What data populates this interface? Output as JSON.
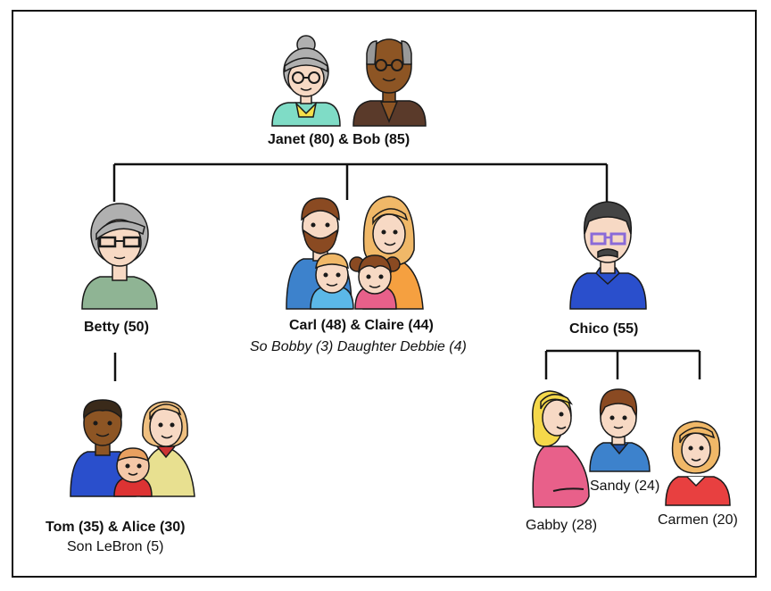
{
  "grandparents": {
    "label": "Janet (80) & Bob (85)"
  },
  "children": {
    "betty": {
      "label": "Betty (50)"
    },
    "carl_claire": {
      "label": "Carl (48) & Claire (44)",
      "note": "So Bobby (3) Daughter Debbie (4)"
    },
    "chico": {
      "label": "Chico (55)"
    }
  },
  "grandchildren": {
    "tom_alice": {
      "label": "Tom (35) & Alice (30)",
      "note": "Son LeBron (5)"
    },
    "gabby": {
      "label": "Gabby (28)"
    },
    "sandy": {
      "label": "Sandy (24)"
    },
    "carmen": {
      "label": "Carmen (20)"
    }
  },
  "colors": {
    "line": "#111111",
    "outline": "#1a1a1a",
    "skin_light": "#f7d9c4",
    "skin_dark": "#8d5524",
    "blue_shirt": "#2255cc",
    "orange": "#f5a040",
    "pink": "#e8608a",
    "yellow_hair": "#f5d84a"
  }
}
